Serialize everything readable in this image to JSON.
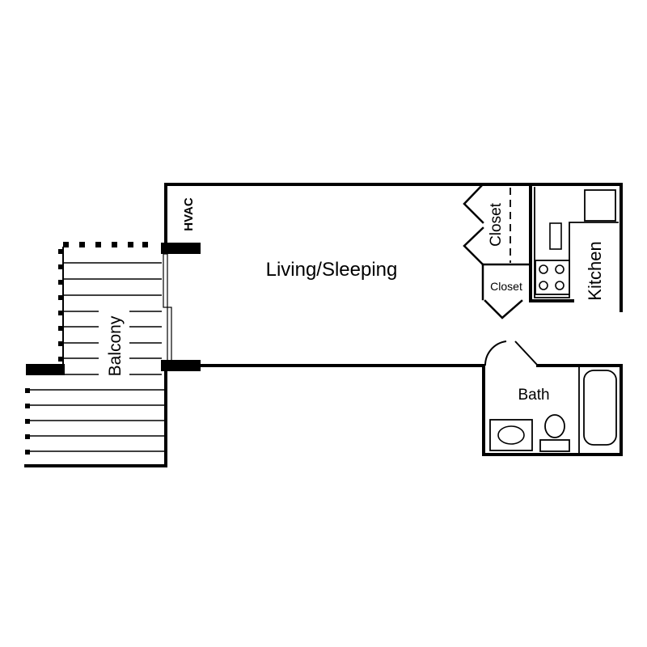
{
  "rooms": {
    "living": "Living/Sleeping",
    "balcony": "Balcony",
    "hvac": "HVAC",
    "closet_large": "Closet",
    "closet_small": "Closet",
    "kitchen": "Kitchen",
    "bath": "Bath"
  },
  "colors": {
    "ink": "#000000",
    "background": "#ffffff"
  }
}
